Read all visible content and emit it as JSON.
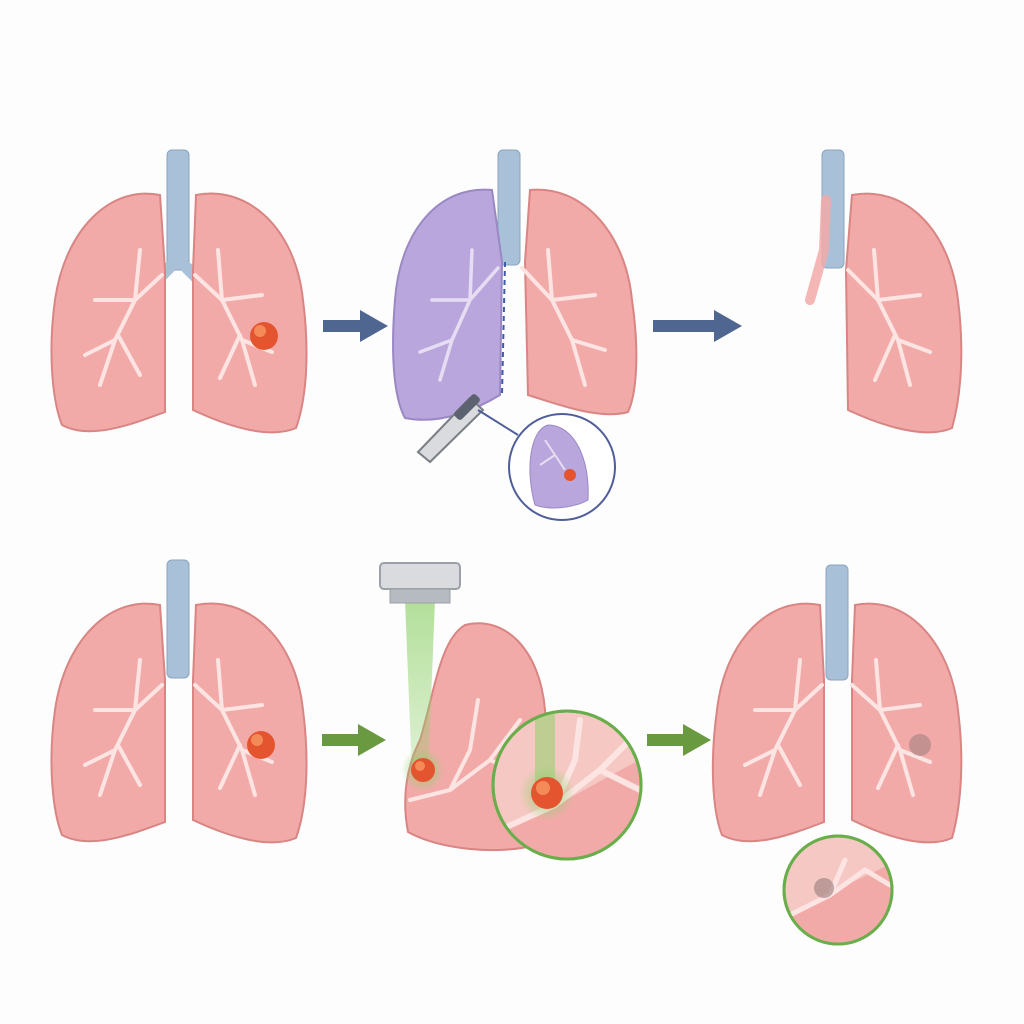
{
  "colors": {
    "background": "#fdfdfd",
    "lung_fill": "#f2aaa9",
    "lung_stroke": "#d88583",
    "bronchi": "#fbe4e2",
    "trachea": "#a9c1d8",
    "trachea_ring": "#8aa4be",
    "tumor": "#e4542e",
    "tumor_highlight": "#f48a58",
    "resected_lobe": "#b9a6dc",
    "resection_line": "#3b5aa8",
    "arrow_surgery": "#4f6790",
    "arrow_radiation": "#6a9a40",
    "beam": "#8fd16a",
    "inset_ring_surgery": "#4f5e98",
    "inset_ring_radiation": "#6aae4c",
    "ablated_tumor": "#9a7b7b",
    "instrument": "#d9dbde"
  },
  "rows": [
    {
      "name": "surgical-resection-pathway",
      "arrow_color": "arrow_surgery",
      "stages": [
        {
          "id": "lungs-with-tumor",
          "icon": "lungs-with-tumor-icon"
        },
        {
          "id": "lobectomy",
          "icon": "resected-lobe-icon",
          "instrument": "surgical-stapler-icon",
          "inset": "resected-lobe-inset-icon"
        },
        {
          "id": "remaining-lung",
          "icon": "single-lung-icon"
        }
      ]
    },
    {
      "name": "radiation-therapy-pathway",
      "arrow_color": "arrow_radiation",
      "stages": [
        {
          "id": "lungs-with-tumor",
          "icon": "lungs-with-tumor-icon"
        },
        {
          "id": "targeted-radiation",
          "icon": "radiation-beam-icon",
          "instrument": "linear-accelerator-icon",
          "inset": "irradiated-tumor-inset-icon"
        },
        {
          "id": "treated-lungs",
          "icon": "lungs-ablated-tumor-icon",
          "inset": "ablated-tumor-inset-icon"
        }
      ]
    }
  ]
}
